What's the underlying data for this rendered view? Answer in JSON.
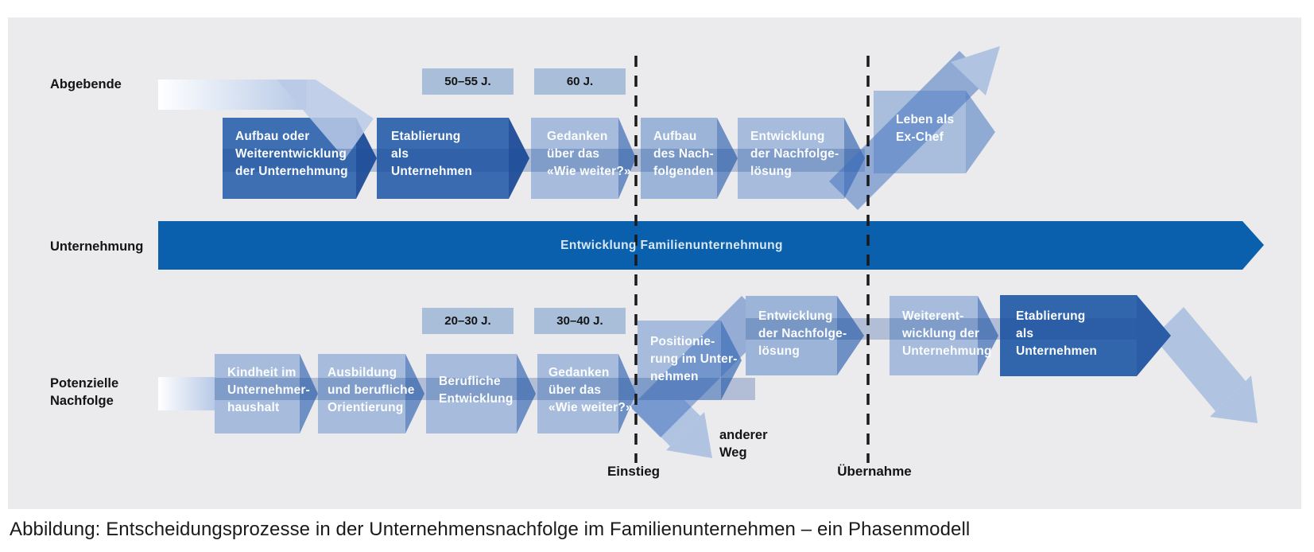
{
  "figure": {
    "caption": "Abbildung: Entscheidungsprozesse in der Unternehmensnachfolge im Familienunternehmen – ein Phasenmodell"
  },
  "milestones": {
    "einstieg": "Einstieg",
    "uebernahme": "Übernahme"
  },
  "rows": {
    "abgebende": {
      "label": "Abgebende",
      "age_markers": [
        "50–55 J.",
        "60 J."
      ],
      "phases": [
        "Aufbau oder\nWeiterentwicklung\nder Unternehmung",
        "Etablierung\nals\nUnternehmen",
        "Gedanken\nüber das\n«Wie weiter?»",
        "Aufbau\ndes Nach-\nfolgenden",
        "Entwicklung\nder Nachfolge-\nlösung",
        "Leben als\nEx-Chef"
      ]
    },
    "unternehmung": {
      "label": "Unternehmung",
      "phase": "Entwicklung Familienunternehmung"
    },
    "nachfolge": {
      "label": "Potenzielle\nNachfolge",
      "age_markers": [
        "20–30 J.",
        "30–40 J."
      ],
      "phases": [
        "Kindheit im\nUnternehmer-\nhaushalt",
        "Ausbildung\nund berufliche\nOrientierung",
        "Berufliche\nEntwicklung",
        "Gedanken\nüber das\n«Wie weiter?»",
        "Positionie-\nrung im Unter-\nnehmen",
        "Entwicklung\nder Nachfolge-\nlösung",
        "Weiterent-\nwicklung der\nUnternehmung",
        "Etablierung\nals\nUnternehmen"
      ],
      "alt_path": "anderer\nWeg"
    }
  },
  "colors": {
    "panel_background": "#EBEBED",
    "primary_bar": "#0A60AD",
    "phase_dark": "#3E6FB3",
    "phase_dark_2": "#3A6BB1",
    "phase_dark_3": "#3166AD",
    "phase_light": "#A7BCDC",
    "phase_medium": "#9CB4D7",
    "exchef_box": "#A9BEDD",
    "tip_dark": "#28549E",
    "tip_light": "#6E90C5",
    "age_box": "#A9BED9",
    "diagonal_light": "#B0C3E0",
    "band_overlay": "rgba(30,75,150,0.28)",
    "dashed_line": "#1A1A1A"
  }
}
